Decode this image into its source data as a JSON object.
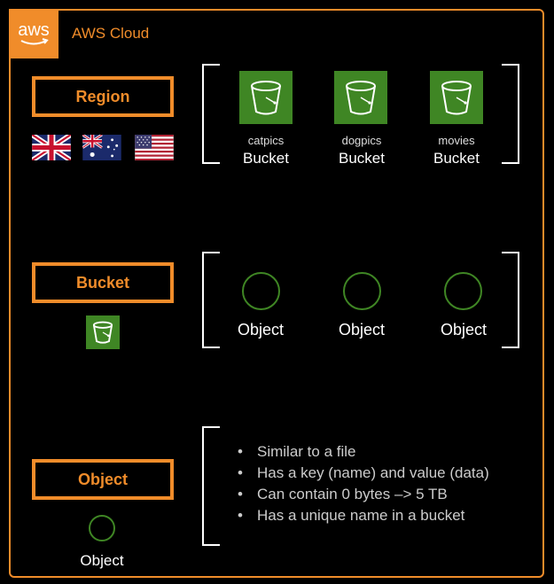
{
  "header": {
    "logo_text": "aws",
    "title": "AWS Cloud"
  },
  "region_section": {
    "label": "Region",
    "flags": [
      "uk-flag",
      "australia-flag",
      "usa-flag"
    ],
    "buckets": [
      {
        "name": "catpics",
        "type": "Bucket"
      },
      {
        "name": "dogpics",
        "type": "Bucket"
      },
      {
        "name": "movies",
        "type": "Bucket"
      }
    ]
  },
  "bucket_section": {
    "label": "Bucket",
    "objects": [
      "Object",
      "Object",
      "Object"
    ]
  },
  "object_section": {
    "label": "Object",
    "object_caption": "Object",
    "bullets": [
      "Similar to a file",
      "Has a key (name) and value (data)",
      "Can contain 0 bytes –> 5 TB",
      "Has a unique name in a bucket"
    ]
  },
  "colors": {
    "accent": "#f08c2a",
    "bucket_green": "#3f8624"
  }
}
